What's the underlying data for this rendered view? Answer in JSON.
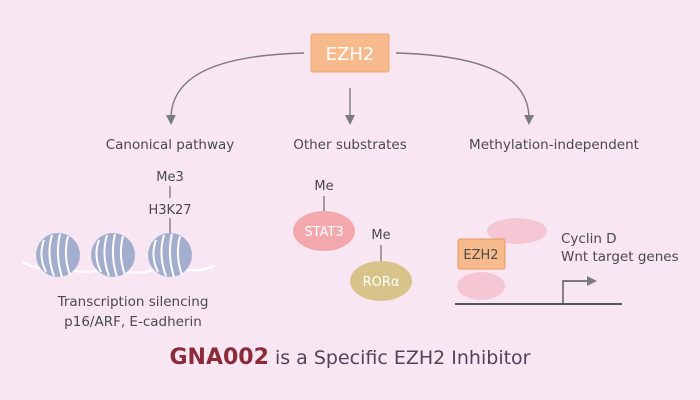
{
  "top_box": {
    "label": "EZH2",
    "color": "#f6ba8c",
    "border": "#f0a874"
  },
  "branches": [
    {
      "title": "Canonical pathway"
    },
    {
      "title": "Other substrates"
    },
    {
      "title": "Methylation-independent"
    }
  ],
  "canonical": {
    "mark_top": "Me3",
    "mark_bottom": "H3K27",
    "caption_line1": "Transcription silencing",
    "caption_line2": "p16/ARF, E-cadherin",
    "nucleosome_color": "#a3aecf",
    "nucleosome_stripe": "#fdfcff"
  },
  "substrates": {
    "stat3": {
      "label": "STAT3",
      "mark": "Me",
      "color": "#f3a8ad"
    },
    "ror": {
      "label": "RORα",
      "mark": "Me",
      "color": "#d8c38a"
    }
  },
  "independent": {
    "box_label": "EZH2",
    "box_color": "#f6ba8c",
    "partner_color": "#f5c6d3",
    "gene_line1": "Cyclin D",
    "gene_line2": "Wnt target genes"
  },
  "footer": {
    "highlight": "GNA002",
    "rest": " is a Specific EZH2 Inhibitor",
    "highlight_color": "#8b2b3a",
    "text_color": "#55415a"
  },
  "colors": {
    "text": "#4a4a4a",
    "line": "#7b7b7b",
    "background": "#f8e6f3"
  }
}
